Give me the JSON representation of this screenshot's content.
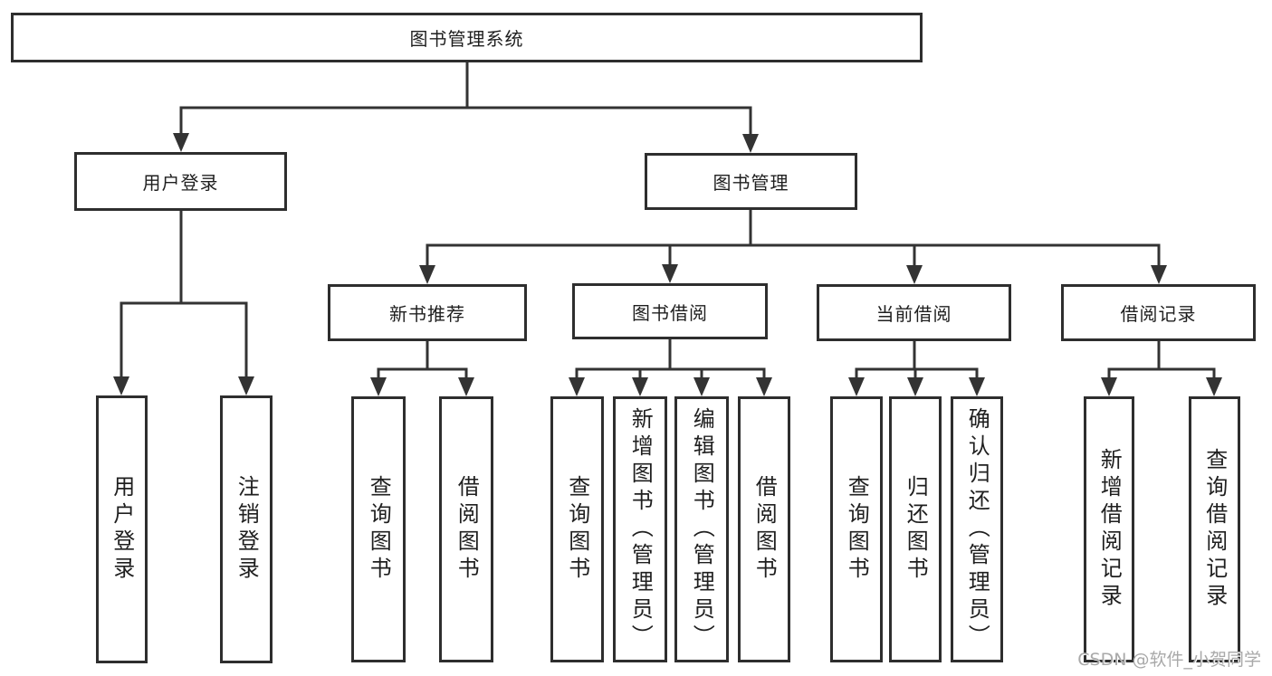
{
  "diagram": {
    "root": {
      "label": "图书管理系统"
    },
    "level2": [
      {
        "label": "用户登录",
        "children": [
          {
            "label": "用户登录"
          },
          {
            "label": "注销登录"
          }
        ]
      },
      {
        "label": "图书管理",
        "children": [
          {
            "label": "新书推荐",
            "children": [
              {
                "label": "查询图书"
              },
              {
                "label": "借阅图书"
              }
            ]
          },
          {
            "label": "图书借阅",
            "children": [
              {
                "label": "查询图书"
              },
              {
                "label": "新增图书（管理员）"
              },
              {
                "label": "编辑图书（管理员）"
              },
              {
                "label": "借阅图书"
              }
            ]
          },
          {
            "label": "当前借阅",
            "children": [
              {
                "label": "查询图书"
              },
              {
                "label": "归还图书"
              },
              {
                "label": "确认归还（管理员）"
              }
            ]
          },
          {
            "label": "借阅记录",
            "children": [
              {
                "label": "新增借阅记录"
              },
              {
                "label": "查询借阅记录"
              }
            ]
          }
        ]
      }
    ]
  },
  "watermark": {
    "text": "CSDN @软件_小贺同学"
  },
  "colors": {
    "line": "#333333",
    "border": "#2e2e2e",
    "text": "#1f1f1f",
    "watermark": "#a9a9a9",
    "background": "#ffffff"
  }
}
